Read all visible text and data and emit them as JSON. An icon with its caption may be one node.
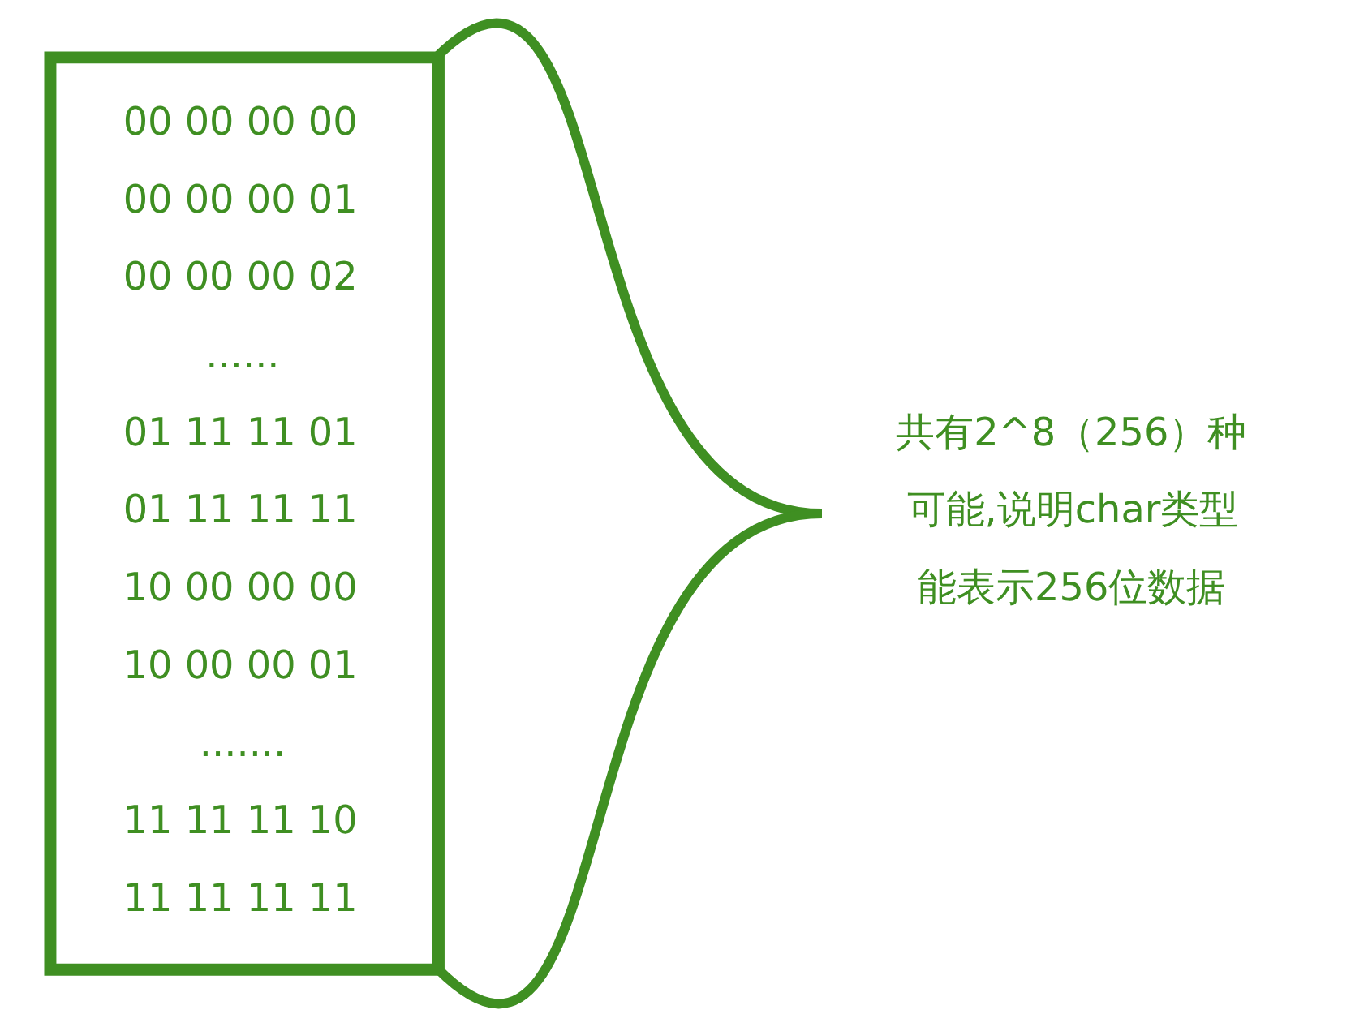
{
  "diagram": {
    "nodes": [
      {
        "text": [
          "00 00 00 00",
          "00 00 00 01",
          "00 00 00 02",
          "......",
          "01 11 11 01",
          "01 11 11 11",
          "10 00 00 00",
          "10 00 00 01",
          ".......",
          "11 11 11 10",
          "11 11 11 11"
        ]
      },
      {
        "text": [
          "共有2^8（256）种可能,说明char类型能表示256位数据"
        ]
      }
    ],
    "edges": [
      {
        "from": 0,
        "to": 1,
        "arrow": "none"
      },
      {
        "from": 0,
        "to": 1,
        "arrow": "none"
      }
    ]
  }
}
